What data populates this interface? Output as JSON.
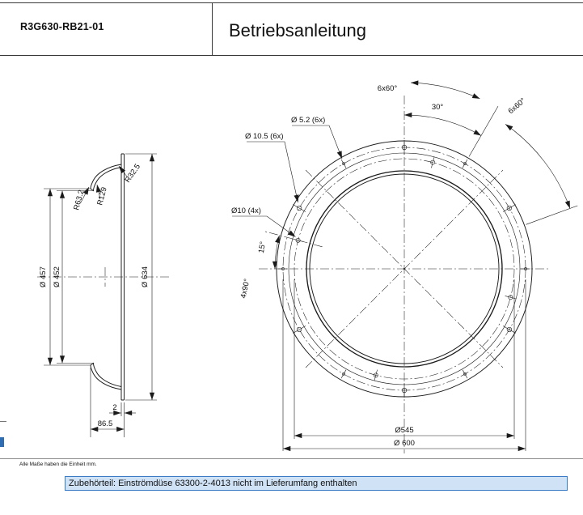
{
  "colors": {
    "line": "#1a1a1a",
    "accent_blue": "#2e6db4",
    "highlight_fill": "#cfe2f6",
    "highlight_border": "#3a79c3"
  },
  "header": {
    "part_number": "R3G630-RB21-01",
    "title": "Betriebsanleitung"
  },
  "section_view": {
    "labels": {
      "dia_457": "Ø 457",
      "dia_452": "Ø 452",
      "dia_634": "Ø 634",
      "r_32_5": "R32.5",
      "r_129": "R129",
      "r_63_2": "R63.2",
      "thickness": "2",
      "depth": "86.5"
    }
  },
  "front_view": {
    "labels": {
      "holes_10_5": "Ø 10.5 (6x)",
      "holes_5_2": "Ø 5.2 (6x)",
      "holes_10": "Ø10 (4x)",
      "angle_6x60_left": "6x60°",
      "angle_30": "30°",
      "angle_6x60_right": "6x60°",
      "angle_15": "15°",
      "angle_4x90": "4x90°",
      "dia_545": "Ø545",
      "dia_600": "Ø 600"
    }
  },
  "footer": {
    "units_note": "Alle Maße haben die Einheit mm.",
    "accessory_note": "Zubehörteil: Einströmdüse 63300-2-4013 nicht im Lieferumfang enthalten"
  }
}
